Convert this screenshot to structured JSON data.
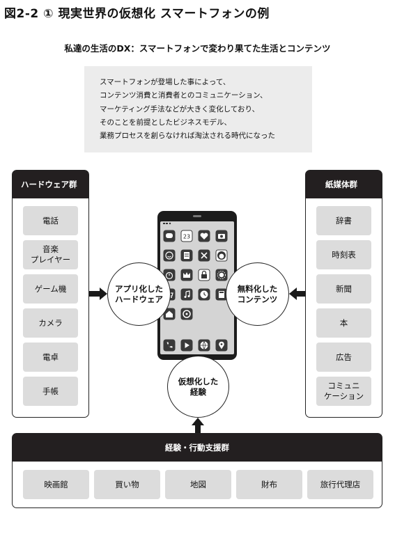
{
  "figure_title": "図2-2 ① 現実世界の仮想化 スマートフォンの例",
  "subtitle": "私達の生活のDX：スマートフォンで変わり果てた生活とコンテンツ",
  "description": [
    "スマートフォンが登場した事によって、",
    "コンテンツ消費と消費者とのコミュニケーション、",
    "マーケティング手法などが大きく変化しており、",
    "そのことを前提としたビジネスモデル、",
    "業務プロセスを創らなければ淘汰される時代になった"
  ],
  "left_panel": {
    "title": "ハードウェア群",
    "items": [
      "電話",
      "音楽\nプレイヤー",
      "ゲーム機",
      "カメラ",
      "電卓",
      "手帳"
    ]
  },
  "right_panel": {
    "title": "紙媒体群",
    "items": [
      "辞書",
      "時刻表",
      "新聞",
      "本",
      "広告",
      "コミュニ\nケーション"
    ]
  },
  "circles": {
    "left": "アプリ化した\nハードウェア",
    "right": "無料化した\nコンテンツ",
    "bottom": "仮想化した\n経験"
  },
  "phone": {
    "calendar_date": "23"
  },
  "bottom_panel": {
    "title": "経験・行動支援群",
    "items": [
      "映画館",
      "買い物",
      "地図",
      "財布",
      "旅行代理店"
    ]
  },
  "colors": {
    "dark": "#231f20",
    "grey_box": "#dcdcdc",
    "desc_bg": "#ececec",
    "screen": "#d4d4d4"
  },
  "phone_icons": [
    "message-icon",
    "calendar-icon",
    "health-heart-icon",
    "camera-icon",
    "emoji-icon",
    "notes-icon",
    "twitter-icon",
    "avatar-icon",
    "timer-icon",
    "crown-icon",
    "lock-icon",
    "brightness-icon",
    "cart-icon",
    "music-icon",
    "clock-icon",
    "calculator-icon",
    "home-icon",
    "steering-icon",
    "phone-icon",
    "play-icon",
    "globe-icon",
    "location-icon"
  ]
}
